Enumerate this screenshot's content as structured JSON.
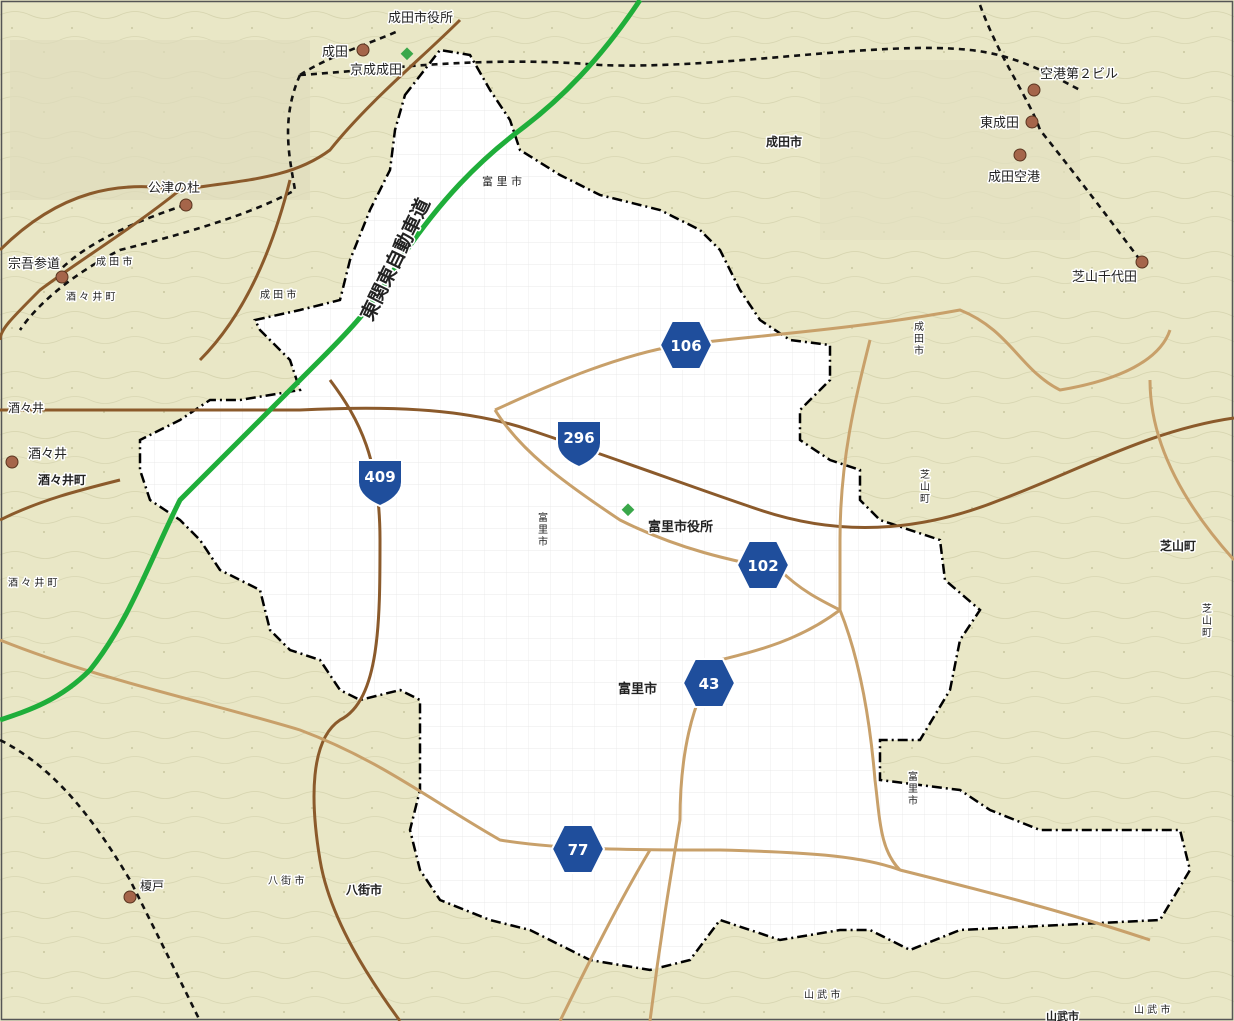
{
  "map": {
    "colors": {
      "land": "#e9e7c6",
      "city": "#ffffff",
      "boundary": "#000000",
      "expressway": "#1fae3a",
      "national_road": "#8b5a2b",
      "prefectural_road": "#c8a06a",
      "railway": "#111111",
      "shield_fill": "#1f4e9c"
    },
    "places": {
      "narita_city_office": "成田市役所",
      "narita_station": "成田",
      "keisei_narita": "京成成田",
      "airport_terminal2": "空港第２ビル",
      "higashi_narita": "東成田",
      "narita_airport": "成田空港",
      "shibayama_chiyoda": "芝山千代田",
      "kozunomori": "公津の杜",
      "sogosando": "宗吾参道",
      "shisui_station": "酒々井",
      "shisui_label": "酒々井",
      "shisui_town": "酒々井町",
      "shisui_town_small": "酒 々 井 町",
      "shisui_town_mid": "酒 々 井 町",
      "enokido": "榎戸",
      "tomisato_city_office": "富里市役所",
      "tomisato_city": "富里市",
      "tomisato_north": "富 里 市",
      "tomisato_west": "富\n里\n市",
      "tomisato_east": "富\n里\n市",
      "narita_city_main": "成田市",
      "narita_city_west": "成 田 市",
      "narita_city_west2": "成 田 市",
      "narita_city_east": "成\n田\n市",
      "shibayama_town": "芝山町",
      "shibayama_town_v": "芝\n山\n町",
      "shibayama_town_v2": "芝\n山\n町",
      "yachimata_city": "八街市",
      "yachimata_city_small": "八 街 市",
      "sanmu_city": "山 武 市",
      "sanmu_city2": "山 武 市",
      "sanmu_city3": "山武市"
    },
    "expressway_name": "東関東自動車道",
    "route_shields": [
      {
        "number": "106",
        "shape": "hexagon"
      },
      {
        "number": "296",
        "shape": "national"
      },
      {
        "number": "409",
        "shape": "national"
      },
      {
        "number": "102",
        "shape": "hexagon"
      },
      {
        "number": "43",
        "shape": "hexagon"
      },
      {
        "number": "77",
        "shape": "hexagon"
      }
    ]
  }
}
